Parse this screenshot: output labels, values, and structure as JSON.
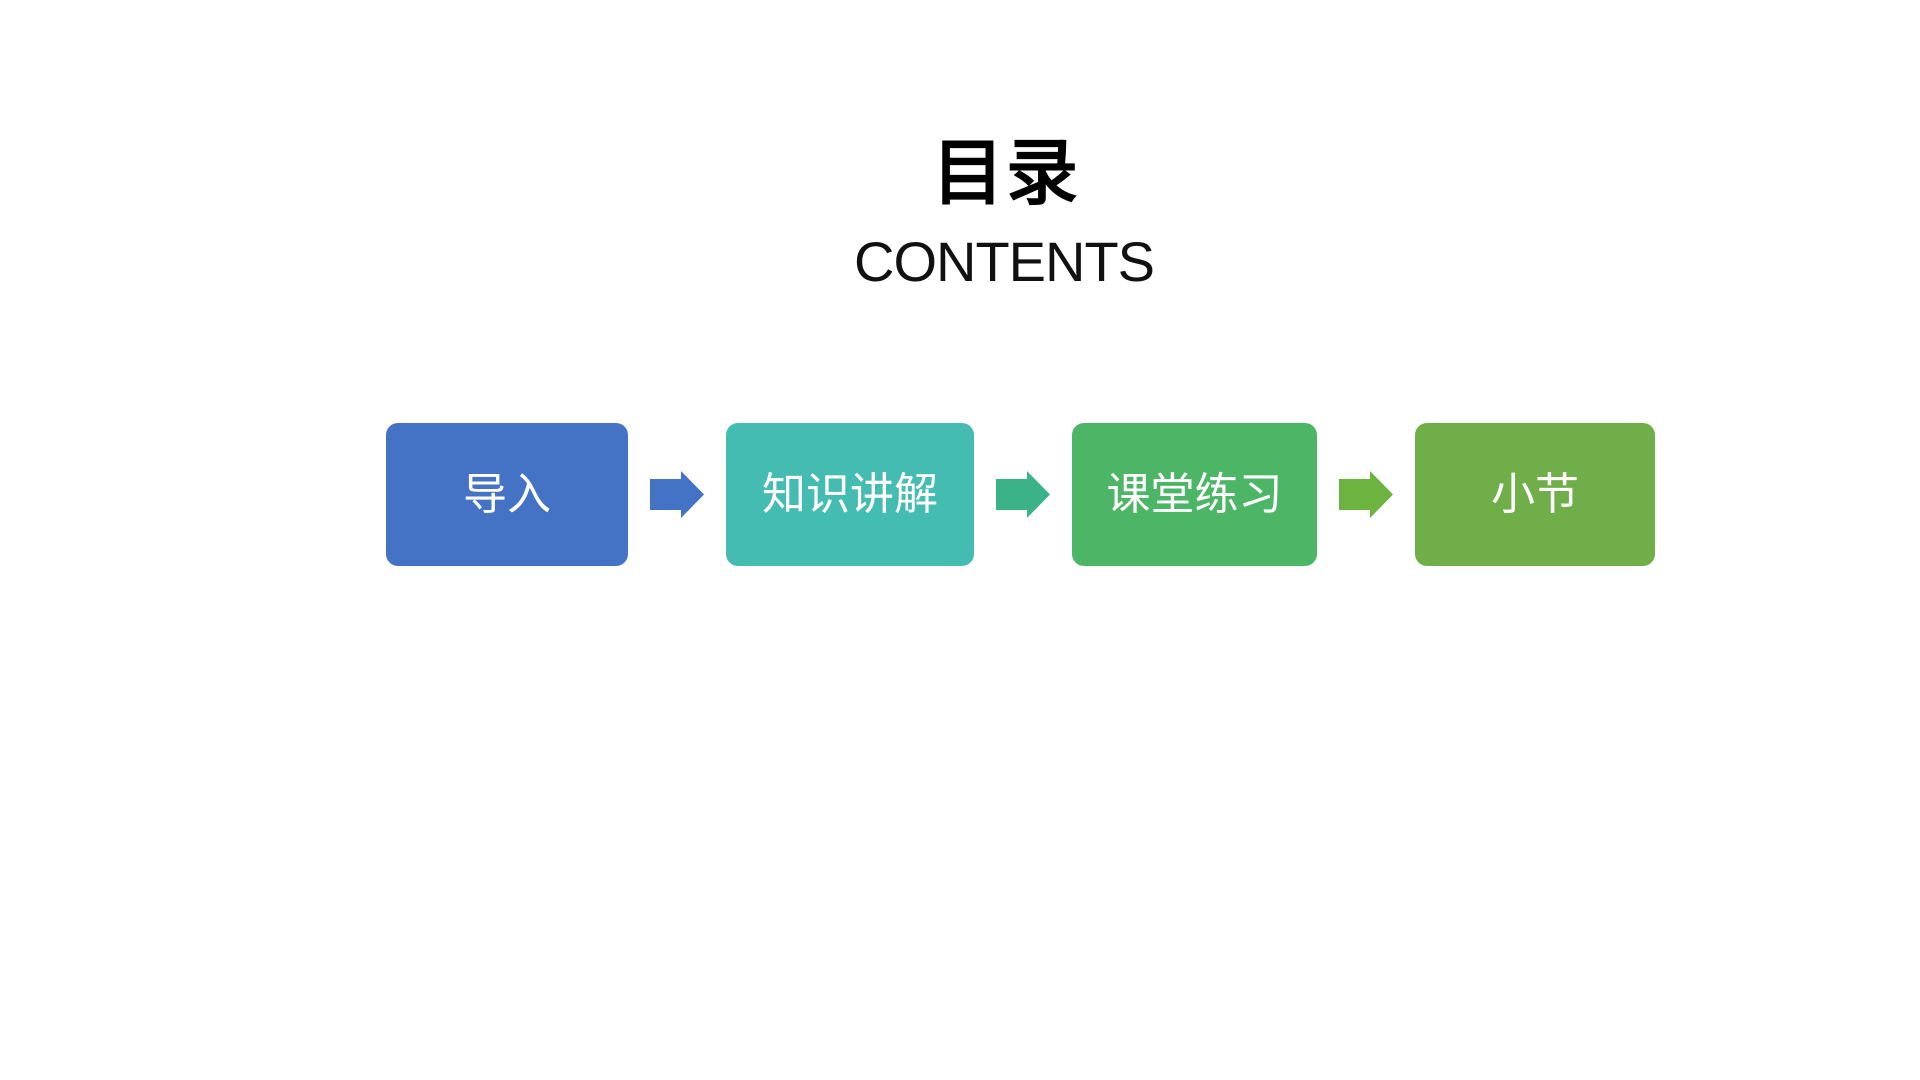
{
  "page": {
    "background_color": "#ffffff"
  },
  "header": {
    "title": "目录",
    "subtitle": "CONTENTS",
    "title_color": "#000000"
  },
  "flow": {
    "steps": [
      {
        "label": "导入",
        "color": "#4472C4",
        "text_color": "#ffffff"
      },
      {
        "label": "知识讲解",
        "color": "#45BCB2",
        "text_color": "#ffffff"
      },
      {
        "label": "课堂练习",
        "color": "#4CB566",
        "text_color": "#ffffff"
      },
      {
        "label": "小节",
        "color": "#70AE4A",
        "text_color": "#ffffff"
      }
    ],
    "arrows": [
      {
        "name": "right-arrow-1",
        "color": "#4472C4"
      },
      {
        "name": "right-arrow-2",
        "color": "#3BB287"
      },
      {
        "name": "right-arrow-3",
        "color": "#6CB33F"
      }
    ]
  }
}
